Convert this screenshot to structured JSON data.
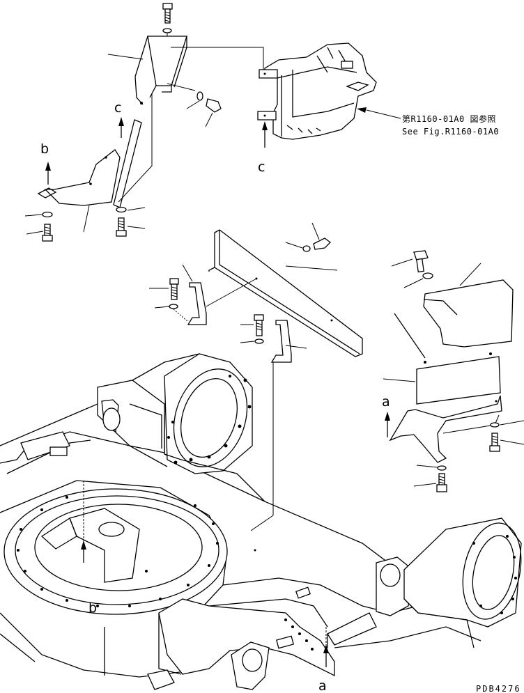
{
  "callouts": {
    "label_a": "a",
    "label_b": "b",
    "label_c": "c"
  },
  "reference": {
    "jp": "第R1160-01A0 図参照",
    "en": "See Fig.R1160-01A0"
  },
  "drawing_code": "PDB4276"
}
